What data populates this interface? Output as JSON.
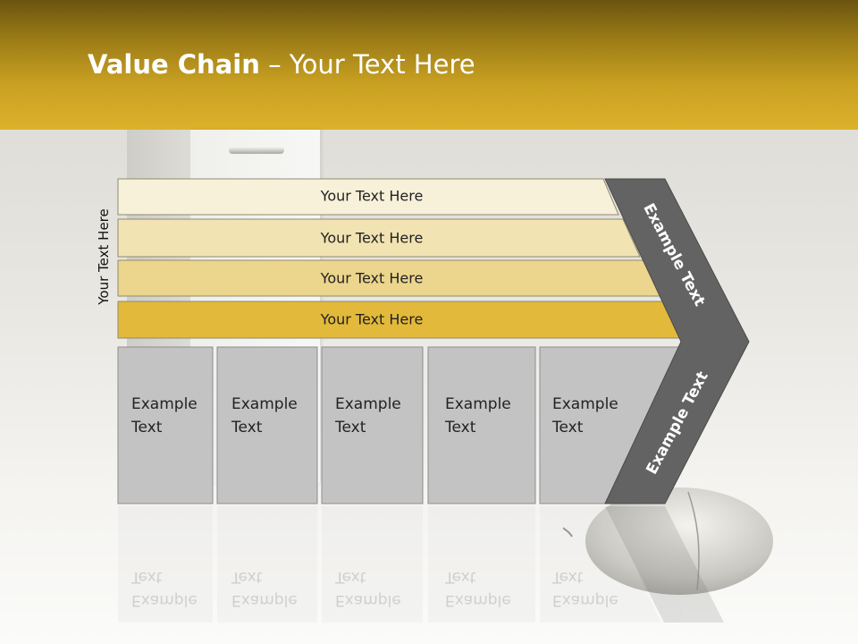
{
  "slide": {
    "title_bold": "Value Chain",
    "title_rest": " – Your Text Here",
    "side_label": "Your Text Here",
    "rows": [
      {
        "label": "Your Text Here",
        "color": "#f8f1d9"
      },
      {
        "label": "Your Text Here",
        "color": "#f2e3b3"
      },
      {
        "label": "Your Text Here",
        "color": "#ecd58c"
      },
      {
        "label": "Your Text Here",
        "color": "#e2b93a"
      }
    ],
    "boxes": [
      {
        "line1": "Example",
        "line2": "Text"
      },
      {
        "line1": "Example",
        "line2": "Text"
      },
      {
        "line1": "Example",
        "line2": "Text"
      },
      {
        "line1": "Example",
        "line2": "Text"
      },
      {
        "line1": "Example",
        "line2": "Text"
      }
    ],
    "chevron_upper": "Example Text",
    "chevron_lower": "Example Text",
    "colors": {
      "header": "#dcb12a",
      "box_fill": "#c3c3c3",
      "chevron": "#636363"
    }
  }
}
